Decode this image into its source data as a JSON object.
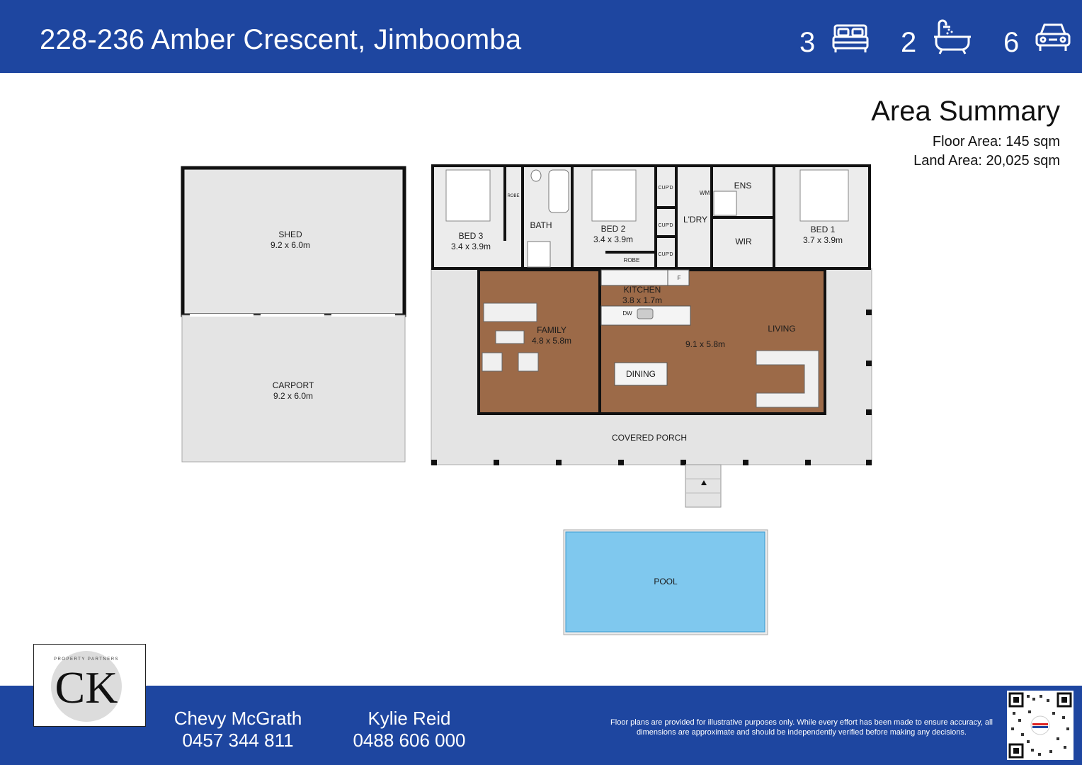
{
  "header": {
    "address": "228-236 Amber Crescent, Jimboomba",
    "beds": "3",
    "baths": "2",
    "cars": "6",
    "bed_icon": "bed-icon",
    "bath_icon": "bathtub-icon",
    "car_icon": "car-icon"
  },
  "summary": {
    "title": "Area Summary",
    "floor_area": "Floor Area: 145 sqm",
    "land_area": "Land Area: 20,025 sqm"
  },
  "rooms": {
    "shed": {
      "name": "SHED",
      "size": "9.2 x 6.0m"
    },
    "carport": {
      "name": "CARPORT",
      "size": "9.2 x 6.0m"
    },
    "bed3": {
      "name": "BED 3",
      "size": "3.4 x 3.9m"
    },
    "bath": {
      "name": "BATH"
    },
    "bed2": {
      "name": "BED 2",
      "size": "3.4 x 3.9m"
    },
    "laundry": {
      "name": "L'DRY"
    },
    "ens": {
      "name": "ENS"
    },
    "wir": {
      "name": "WIR"
    },
    "bed1": {
      "name": "BED 1",
      "size": "3.7 x 3.9m"
    },
    "kitchen": {
      "name": "KITCHEN",
      "size": "3.8 x 1.7m"
    },
    "family": {
      "name": "FAMILY",
      "size": "4.8 x 5.8m"
    },
    "living": {
      "name": "LIVING",
      "size": "9.1 x 5.8m"
    },
    "dining": {
      "name": "DINING"
    },
    "porch": {
      "name": "COVERED PORCH"
    },
    "pool": {
      "name": "POOL"
    },
    "robe": "ROBE",
    "robe_small": "ROBE",
    "cupd1": "CUP'D",
    "cupd2": "CUP'D",
    "cupd3": "CUP'D",
    "wm": "WM",
    "f": "F",
    "dw": "DW"
  },
  "logo": {
    "text": "CK",
    "ring": "PROPERTY PARTNERS"
  },
  "agents": [
    {
      "name": "Chevy McGrath",
      "phone": "0457 344 811"
    },
    {
      "name": "Kylie Reid",
      "phone": "0488 606 000"
    }
  ],
  "disclaimer": "Floor plans are provided for illustrative purposes only. While every effort has been made to ensure accuracy, all dimensions are approximate and should be independently verified before making any decisions.",
  "colors": {
    "brand_blue": "#1e46a0",
    "floor_wood": "#9c6a48",
    "pool": "#7fc8ee",
    "outdoor": "#e4e4e4"
  }
}
